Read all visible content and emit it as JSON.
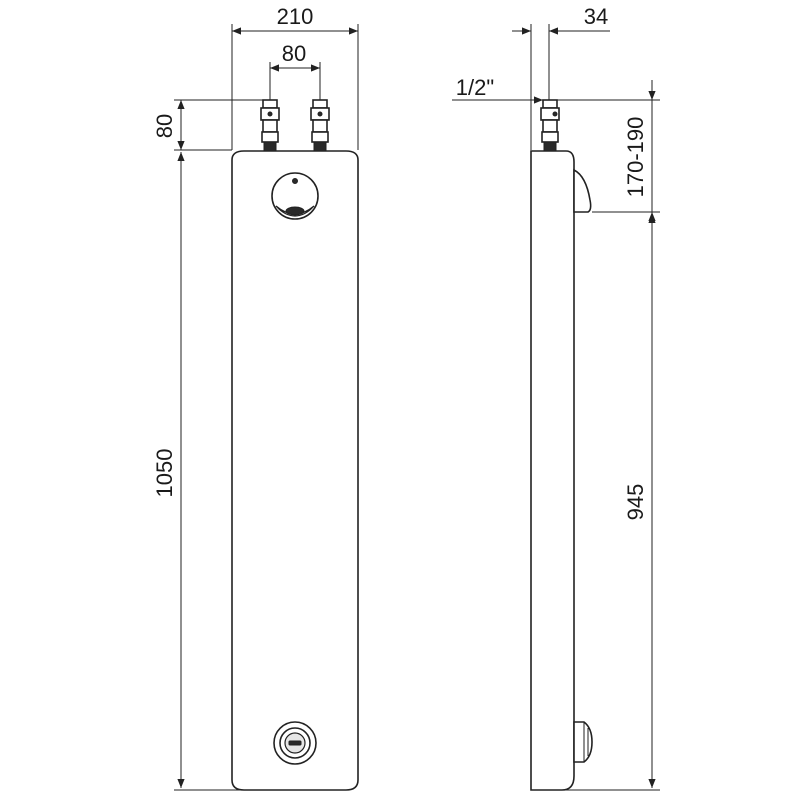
{
  "dimensions": {
    "front_width": "210",
    "valve_spacing": "80",
    "valve_height": "80",
    "total_height": "1050",
    "side_depth": "34",
    "thread_size": "1/2\"",
    "outlet_range": "170-190",
    "side_height": "945"
  },
  "views": {
    "front": "front-elevation",
    "side": "side-elevation"
  }
}
